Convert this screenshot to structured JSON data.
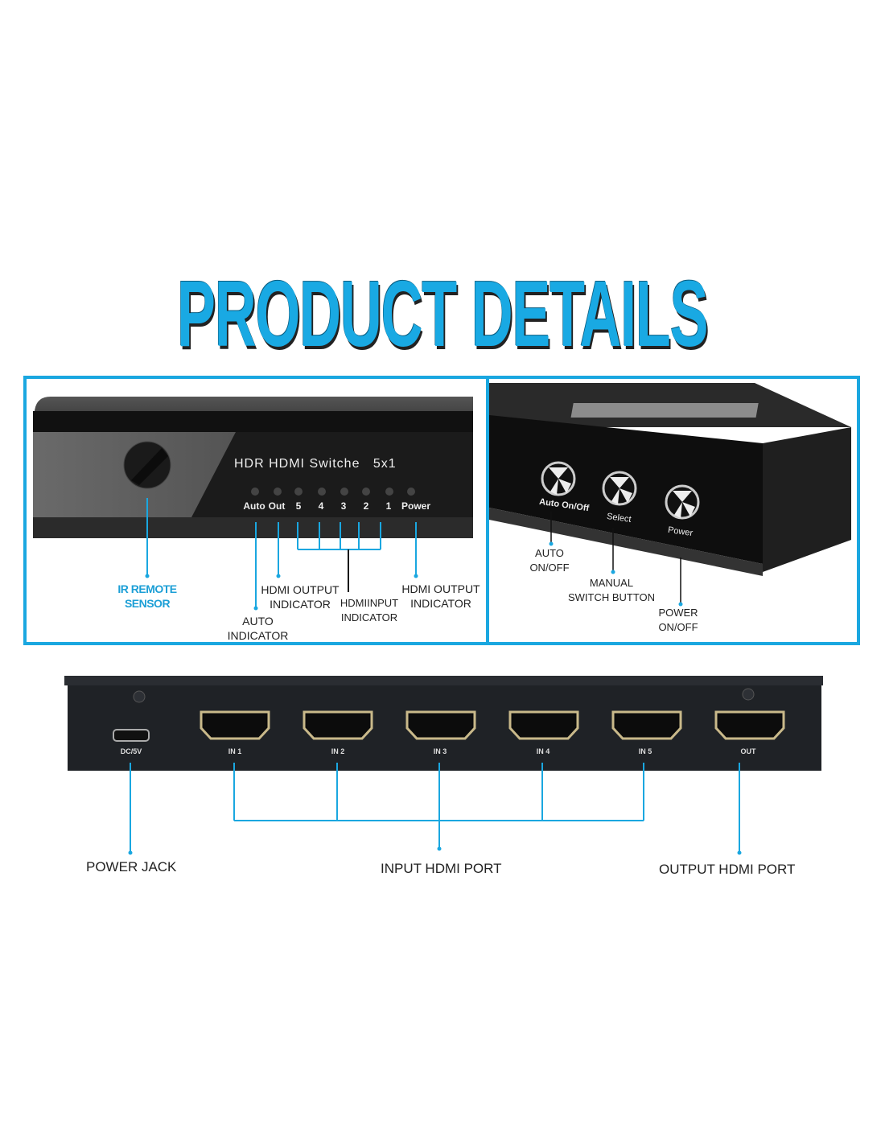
{
  "title": "PRODUCT DETAILS",
  "front_panel": {
    "model_text": "HDR HDMI Switche",
    "ratio_text": "5x1",
    "leds": [
      "Auto",
      "Out",
      "5",
      "4",
      "3",
      "2",
      "1",
      "Power"
    ],
    "callouts": {
      "ir_remote": [
        "IR REMOTE",
        "SENSOR"
      ],
      "auto_indicator": [
        "AUTO",
        "INDICATOR"
      ],
      "hdmi_output_indicator_left": [
        "HDMI OUTPUT",
        "INDICATOR"
      ],
      "hdmi_input_indicator": [
        "HDMIINPUT",
        "INDICATOR"
      ],
      "hdmi_output_indicator_right": [
        "HDMI OUTPUT",
        "INDICATOR"
      ]
    }
  },
  "side_panel": {
    "buttons": [
      "Auto On/Off",
      "Select",
      "Power"
    ],
    "callouts": {
      "auto_onoff": [
        "AUTO",
        "ON/OFF"
      ],
      "manual_switch": [
        "MANUAL",
        "SWITCH BUTTON"
      ],
      "power_onoff": [
        "POWER",
        "ON/OFF"
      ]
    }
  },
  "rear_panel": {
    "ports": [
      "DC/5V",
      "IN 1",
      "IN 2",
      "IN 3",
      "IN 4",
      "IN 5",
      "OUT"
    ],
    "callouts": {
      "power_jack": "POWER JACK",
      "input_hdmi_port": "INPUT HDMI PORT",
      "output_hdmi_port": "OUTPUT HDMI PORT"
    }
  },
  "colors": {
    "accent": "#1aa7e0",
    "device": "#1c1c1e"
  }
}
